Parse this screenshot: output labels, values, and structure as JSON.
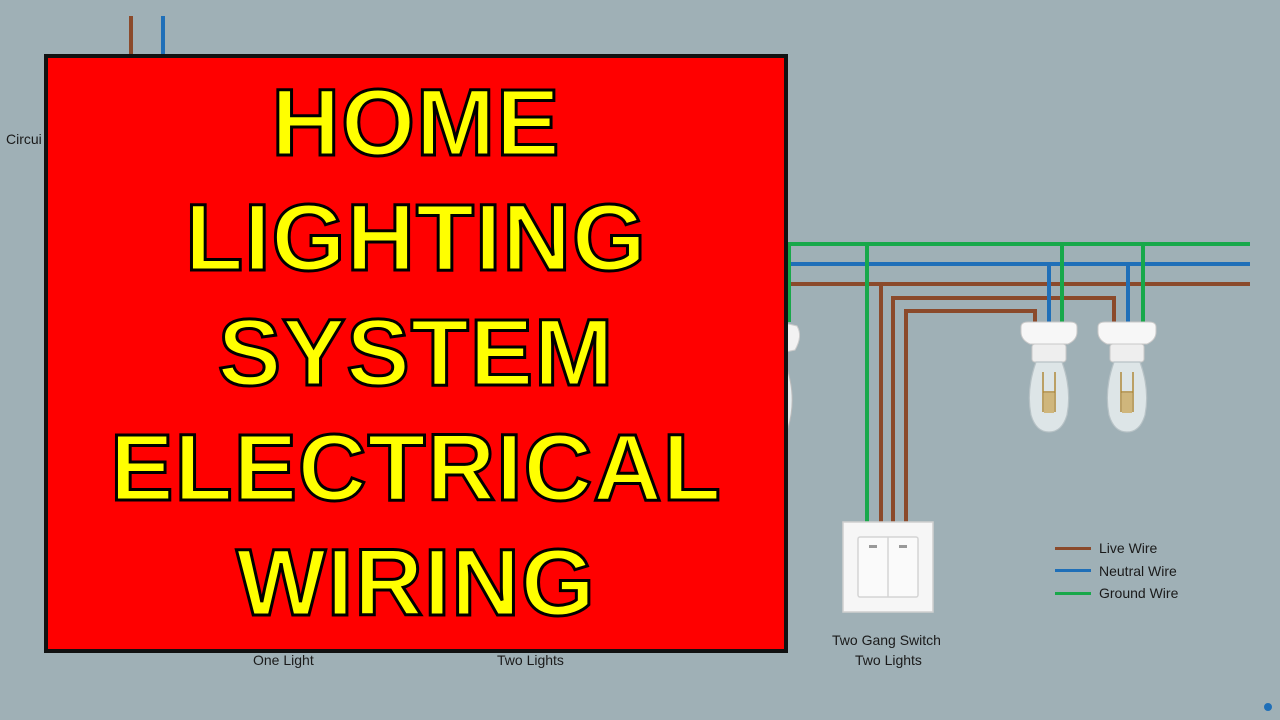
{
  "title_lines": [
    "HOME",
    "LIGHTING",
    "SYSTEM",
    "ELECTRICAL",
    "WIRING"
  ],
  "labels": {
    "circuit_partial": "Circui",
    "one_light": "One Light",
    "two_lights": "Two Lights",
    "switch_line1": "Two Gang Switch",
    "switch_line2": "Two Lights"
  },
  "legend": [
    {
      "label": "Live Wire",
      "color": "#8b4a2b"
    },
    {
      "label": "Neutral Wire",
      "color": "#1f6fb8"
    },
    {
      "label": "Ground Wire",
      "color": "#18a84a"
    }
  ],
  "colors": {
    "live": "#8b4a2b",
    "neutral": "#1f6fb8",
    "ground": "#18a84a",
    "background": "#9fb0b6",
    "title_bg": "#ff0000",
    "title_text": "#ffff00"
  }
}
